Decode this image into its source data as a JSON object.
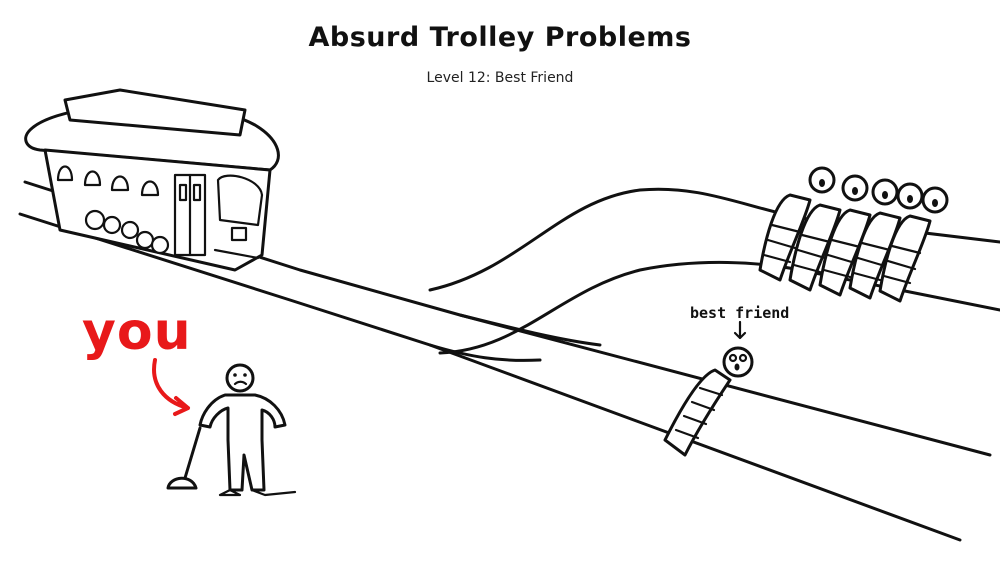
{
  "header": {
    "title": "Absurd Trolley Problems",
    "subtitle": "Level 12: Best Friend"
  },
  "labels": {
    "you": "you",
    "best_friend": "best friend"
  },
  "scene": {
    "main_track_people_count": 5,
    "side_track_people_count": 1,
    "accent_color": "#e8191a",
    "ink_color": "#111111"
  }
}
